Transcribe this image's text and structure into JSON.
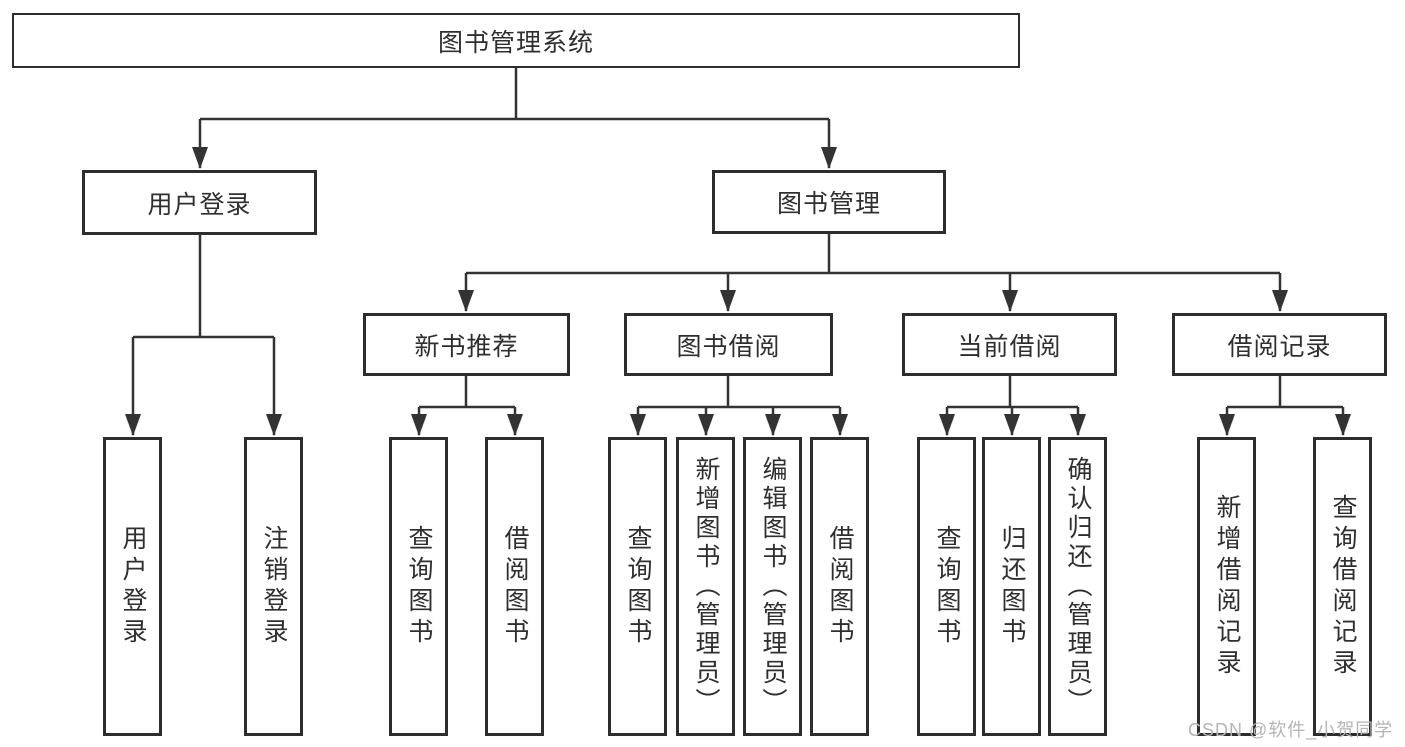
{
  "diagram": {
    "tree": {
      "label": "图书管理系统",
      "children": [
        {
          "label": "用户登录",
          "children": [
            {
              "label": "用户登录"
            },
            {
              "label": "注销登录"
            }
          ]
        },
        {
          "label": "图书管理",
          "children": [
            {
              "label": "新书推荐",
              "children": [
                {
                  "label": "查询图书"
                },
                {
                  "label": "借阅图书"
                }
              ]
            },
            {
              "label": "图书借阅",
              "children": [
                {
                  "label": "查询图书"
                },
                {
                  "label": "新增图书（管理员）"
                },
                {
                  "label": "编辑图书（管理员）"
                },
                {
                  "label": "借阅图书"
                }
              ]
            },
            {
              "label": "当前借阅",
              "children": [
                {
                  "label": "查询图书"
                },
                {
                  "label": "归还图书"
                },
                {
                  "label": "确认归还（管理员）"
                }
              ]
            },
            {
              "label": "借阅记录",
              "children": [
                {
                  "label": "新增借阅记录"
                },
                {
                  "label": "查询借阅记录"
                }
              ]
            }
          ]
        }
      ]
    },
    "colors": {
      "line": "#333333",
      "box_border": "#2d2d2d",
      "text": "#2f2f2f",
      "watermark": "#b5b5b5",
      "background": "#ffffff"
    }
  },
  "watermark": {
    "text": "CSDN @软件_小贺同学"
  }
}
